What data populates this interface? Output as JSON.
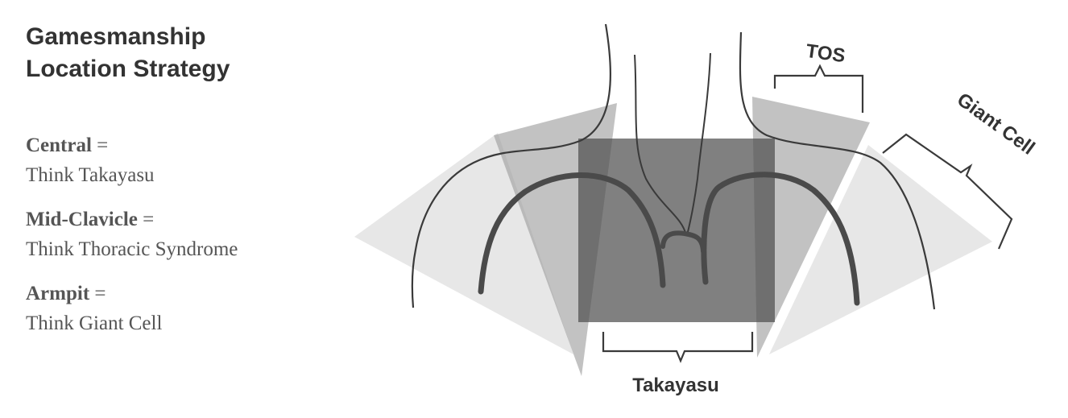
{
  "title": {
    "line1": "Gamesmanship",
    "line2": "Location Strategy"
  },
  "legend": [
    {
      "key": "Central",
      "equals": "=",
      "desc": "Think Takayasu"
    },
    {
      "key": "Mid-Clavicle",
      "equals": "=",
      "desc": "Think Thoracic Syndrome"
    },
    {
      "key": "Armpit",
      "equals": "=",
      "desc": "Think Giant Cell"
    }
  ],
  "diagram": {
    "labels": {
      "takayasu": "Takayasu",
      "tos": "TOS",
      "giant_cell": "Giant Cell"
    }
  }
}
